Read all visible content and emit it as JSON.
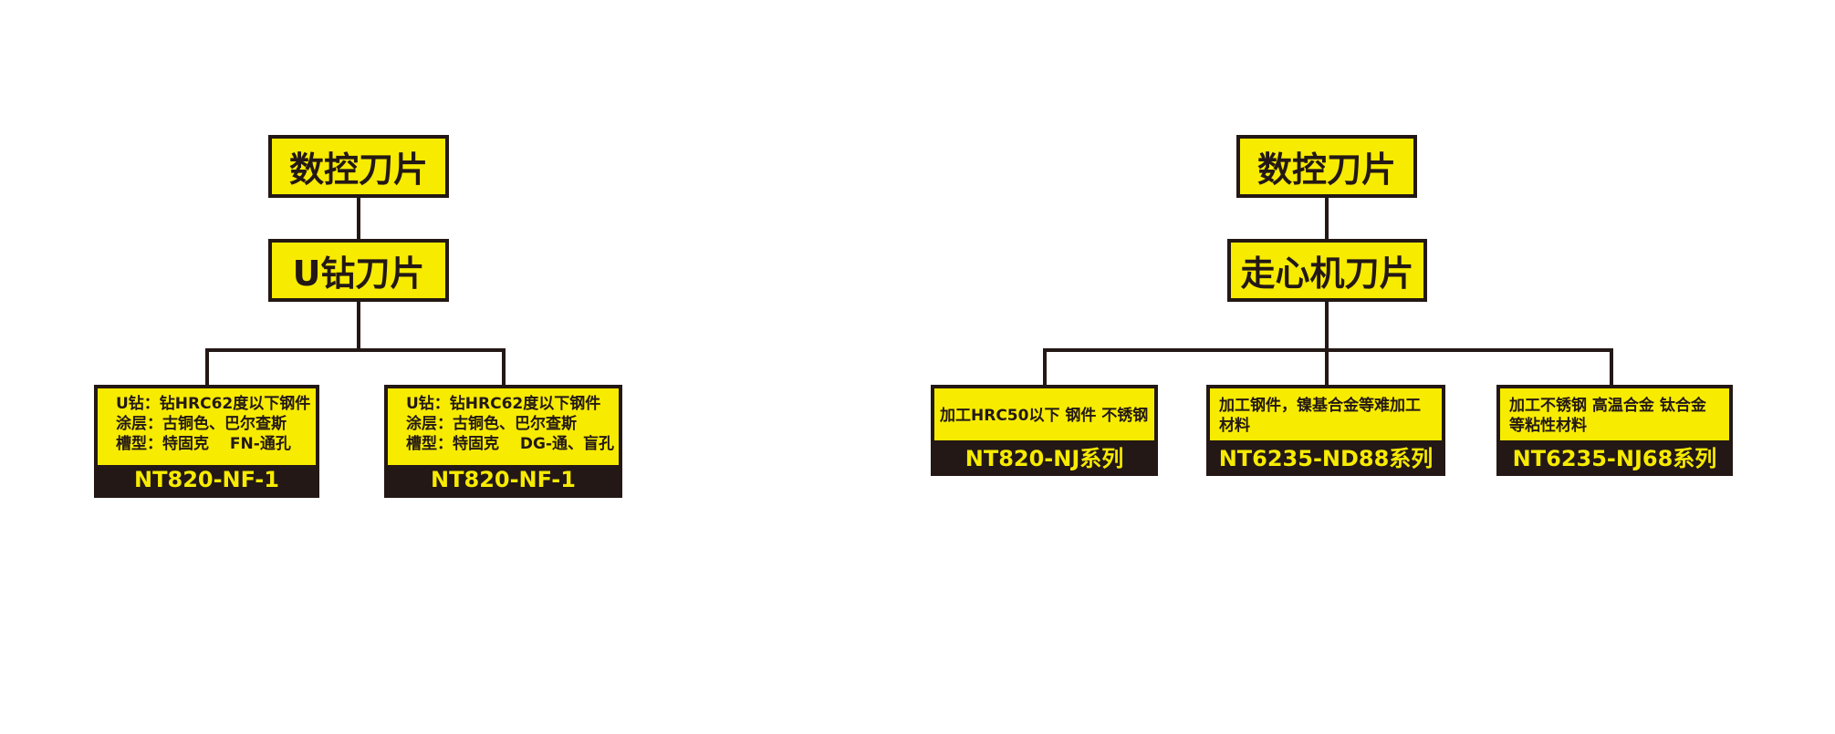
{
  "colors": {
    "box_fill": "#f7eb00",
    "box_border": "#231815",
    "line": "#231815",
    "card_title_text": "#f7eb00"
  },
  "left_tree": {
    "root": "数控刀片",
    "category": "U钻刀片",
    "cards": [
      {
        "lines": [
          "U钻：钻HRC62度以下钢件",
          "涂层：古铜色、巴尔查斯",
          "槽型：特固克　 FN-通孔"
        ],
        "title": "NT820-NF-1"
      },
      {
        "lines": [
          "U钻：钻HRC62度以下钢件",
          "涂层：古铜色、巴尔查斯",
          "槽型：特固克　 DG-通、盲孔"
        ],
        "title": "NT820-NF-1"
      }
    ]
  },
  "right_tree": {
    "root": "数控刀片",
    "category": "走心机刀片",
    "cards": [
      {
        "lines": [
          "加工HRC50以下 钢件 不锈钢"
        ],
        "title": "NT820-NJ系列"
      },
      {
        "lines": [
          "加工钢件，镍基合金等难加工",
          "材料"
        ],
        "title": "NT6235-ND88系列"
      },
      {
        "lines": [
          "加工不锈钢 高温合金 钛合金",
          "等粘性材料"
        ],
        "title": "NT6235-NJ68系列"
      }
    ]
  }
}
